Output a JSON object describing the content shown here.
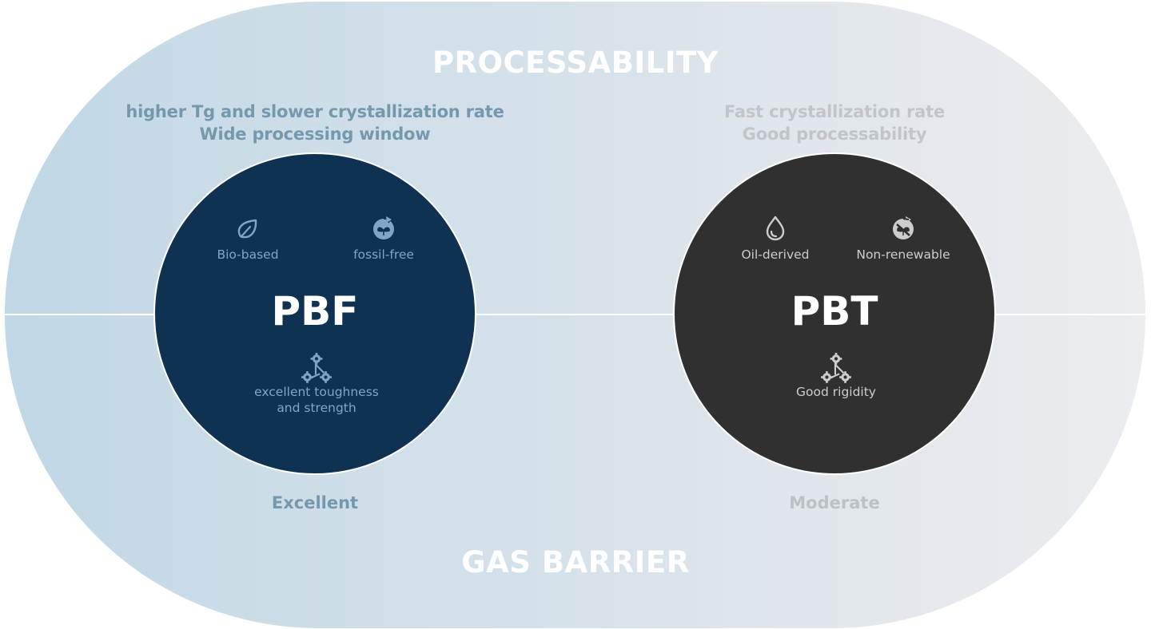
{
  "axes": {
    "top_title": "PROCESSABILITY",
    "bottom_title": "GAS BARRIER"
  },
  "processability": {
    "pbf": [
      "higher Tg and slower crystallization rate",
      "Wide processing window"
    ],
    "pbt": [
      "Fast crystallization rate",
      "Good processability"
    ]
  },
  "gas_barrier": {
    "pbf": "Excellent",
    "pbt": "Moderate"
  },
  "materials": [
    {
      "name": "PBF",
      "color": "#103252",
      "features": [
        {
          "icon": "leaf-icon",
          "label": "Bio-based"
        },
        {
          "icon": "renewable-cycle-icon",
          "label": "fossil-free"
        },
        {
          "icon": "gears-network-icon",
          "label": "excellent toughness and strength",
          "lines": [
            "excellent toughness",
            "and strength"
          ]
        }
      ]
    },
    {
      "name": "PBT",
      "color": "#303030",
      "features": [
        {
          "icon": "oil-drop-icon",
          "label": "Oil-derived"
        },
        {
          "icon": "non-renewable-cycle-icon",
          "label": "Non-renewable"
        },
        {
          "icon": "gears-network-icon",
          "label": "Good rigidity"
        }
      ]
    }
  ],
  "colors": {
    "pbf_accent": "#7598ad",
    "pbt_accent": "#c2c5c8",
    "pbf_circle": "#103252",
    "pbt_circle": "#303030"
  }
}
